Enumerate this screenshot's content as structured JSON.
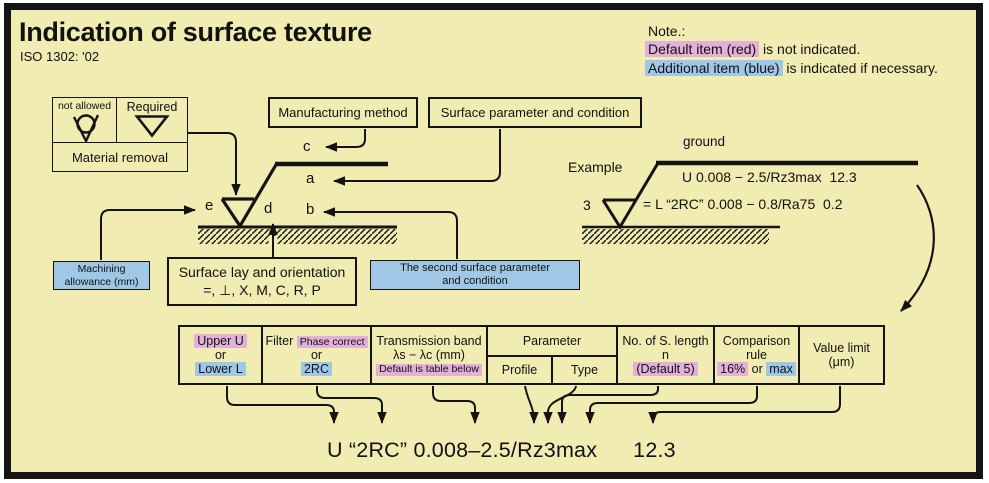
{
  "title": "Indication of surface texture",
  "subtitle": "ISO 1302: '02",
  "note": {
    "heading": "Note.:",
    "line1_highlight": "Default item (red)",
    "line1_rest": " is not indicated.",
    "line2_highlight": "Additional item (blue)",
    "line2_rest": " is indicated if necessary."
  },
  "material_removal": {
    "not_allowed": "not allowed",
    "required": "Required",
    "label": "Material removal"
  },
  "boxes": {
    "manufacturing_method": "Manufacturing method",
    "surface_parameter": "Surface parameter and condition",
    "machining_allowance_l1": "Machining",
    "machining_allowance_l2": "allowance (mm)",
    "surface_lay_l1": "Surface lay and orientation",
    "surface_lay_l2": "=, ⊥, X, M, C, R, P",
    "second_parameter_l1": "The second surface parameter",
    "second_parameter_l2": "and condition"
  },
  "symbol_letters": {
    "a": "a",
    "b": "b",
    "c": "c",
    "d": "d",
    "e": "e"
  },
  "example": {
    "label": "Example",
    "ground": "ground",
    "number": "3",
    "line1": "U 0.008 − 2.5/Rz3max  12.3",
    "line2": "= L “2RC” 0.008 − 0.8/Ra75  0.2"
  },
  "table": {
    "col1": {
      "top": "Upper U",
      "mid": "or",
      "bottom": "Lower L"
    },
    "col2": {
      "label": "Filter",
      "top_hl": "Phase correct",
      "mid": "or",
      "bottom": "2RC"
    },
    "col3": {
      "l1": "Transmission band",
      "l2": "λs − λc (mm)",
      "l3": "Default is table below"
    },
    "col4": {
      "header": "Parameter",
      "sub1": "Profile",
      "sub2": "Type"
    },
    "col5": {
      "l1": "No. of S. length",
      "l2": "n",
      "l3": "(Default 5)"
    },
    "col6": {
      "l1": "Comparison",
      "l2": "rule",
      "l3a": "16%",
      "l3b": " or ",
      "l3c": "max"
    },
    "col7": {
      "l1": "Value limit",
      "l2": "(μm)"
    }
  },
  "formula": {
    "u": "U",
    "filter": "“2RC”",
    "band": "0.008–2.5/",
    "profile": "R",
    "type": "z",
    "n": "3",
    "rule": "max",
    "value": "12.3"
  },
  "colors": {
    "background": "#f0ecb2",
    "pink": "#e2b0d8",
    "blue": "#a0c8e6",
    "ink": "#141414"
  }
}
